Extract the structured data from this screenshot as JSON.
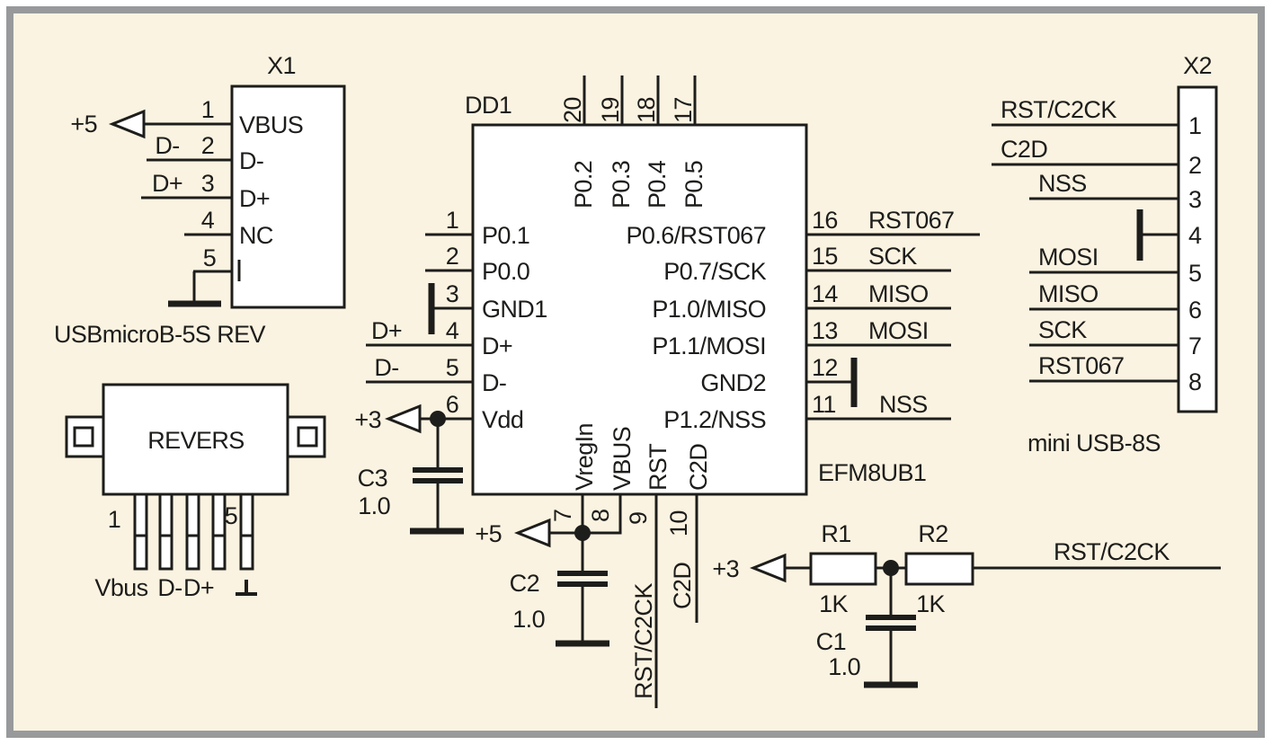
{
  "colors": {
    "canvas": "#fbf3e1",
    "frame": "#97999b",
    "line": "#1d1d1b",
    "fill": "#ffffff"
  },
  "x1": {
    "title": "X1",
    "caption": "USBmicroB-5S REV",
    "power_net": "+5",
    "nums": [
      "1",
      "2",
      "3",
      "4",
      "5"
    ],
    "names": [
      "VBUS",
      "D-",
      "D+",
      "NC"
    ],
    "nets": [
      "D-",
      "D+"
    ]
  },
  "revers": {
    "label": "REVERS",
    "first_pin": "1",
    "last_pin": "5",
    "pin_labels": [
      "Vbus",
      "D-",
      "D+"
    ]
  },
  "dd1": {
    "ref": "DD1",
    "part": "EFM8UB1",
    "left_nums": [
      "1",
      "2",
      "3",
      "4",
      "5",
      "6"
    ],
    "left_names": [
      "P0.1",
      "P0.0",
      "GND1",
      "D+",
      "D-",
      "Vdd"
    ],
    "left_nets": [
      "D+",
      "D-",
      "+3"
    ],
    "top_nums": [
      "20",
      "19",
      "18",
      "17"
    ],
    "top_names": [
      "P0.2",
      "P0.3",
      "P0.4",
      "P0.5"
    ],
    "right_nums": [
      "16",
      "15",
      "14",
      "13",
      "12",
      "11"
    ],
    "right_names": [
      "P0.6/RST067",
      "P0.7/SCK",
      "P1.0/MISO",
      "P1.1/MOSI",
      "GND2",
      "P1.2/NSS"
    ],
    "right_nets": [
      "RST067",
      "SCK",
      "MISO",
      "MOSI",
      "NSS"
    ],
    "bottom_nums": [
      "7",
      "8",
      "9",
      "10"
    ],
    "bottom_names": [
      "VregIn",
      "VBUS",
      "RST",
      "C2D"
    ],
    "bottom_nets": [
      "+5",
      "RST/C2CK",
      "C2D"
    ]
  },
  "x2": {
    "title": "X2",
    "caption": "mini USB-8S",
    "nums": [
      "1",
      "2",
      "3",
      "4",
      "5",
      "6",
      "7",
      "8"
    ],
    "nets": [
      "RST/C2CK",
      "C2D",
      "NSS",
      "MOSI",
      "MISO",
      "SCK",
      "RST067"
    ]
  },
  "components": {
    "r1": {
      "ref": "R1",
      "value": "1K"
    },
    "r2": {
      "ref": "R2",
      "value": "1K"
    },
    "c1": {
      "ref": "C1",
      "value": "1.0"
    },
    "c2": {
      "ref": "C2",
      "value": "1.0"
    },
    "c3": {
      "ref": "C3",
      "value": "1.0"
    }
  },
  "nets": {
    "plus3": "+3",
    "rst_c2ck": "RST/C2CK"
  }
}
